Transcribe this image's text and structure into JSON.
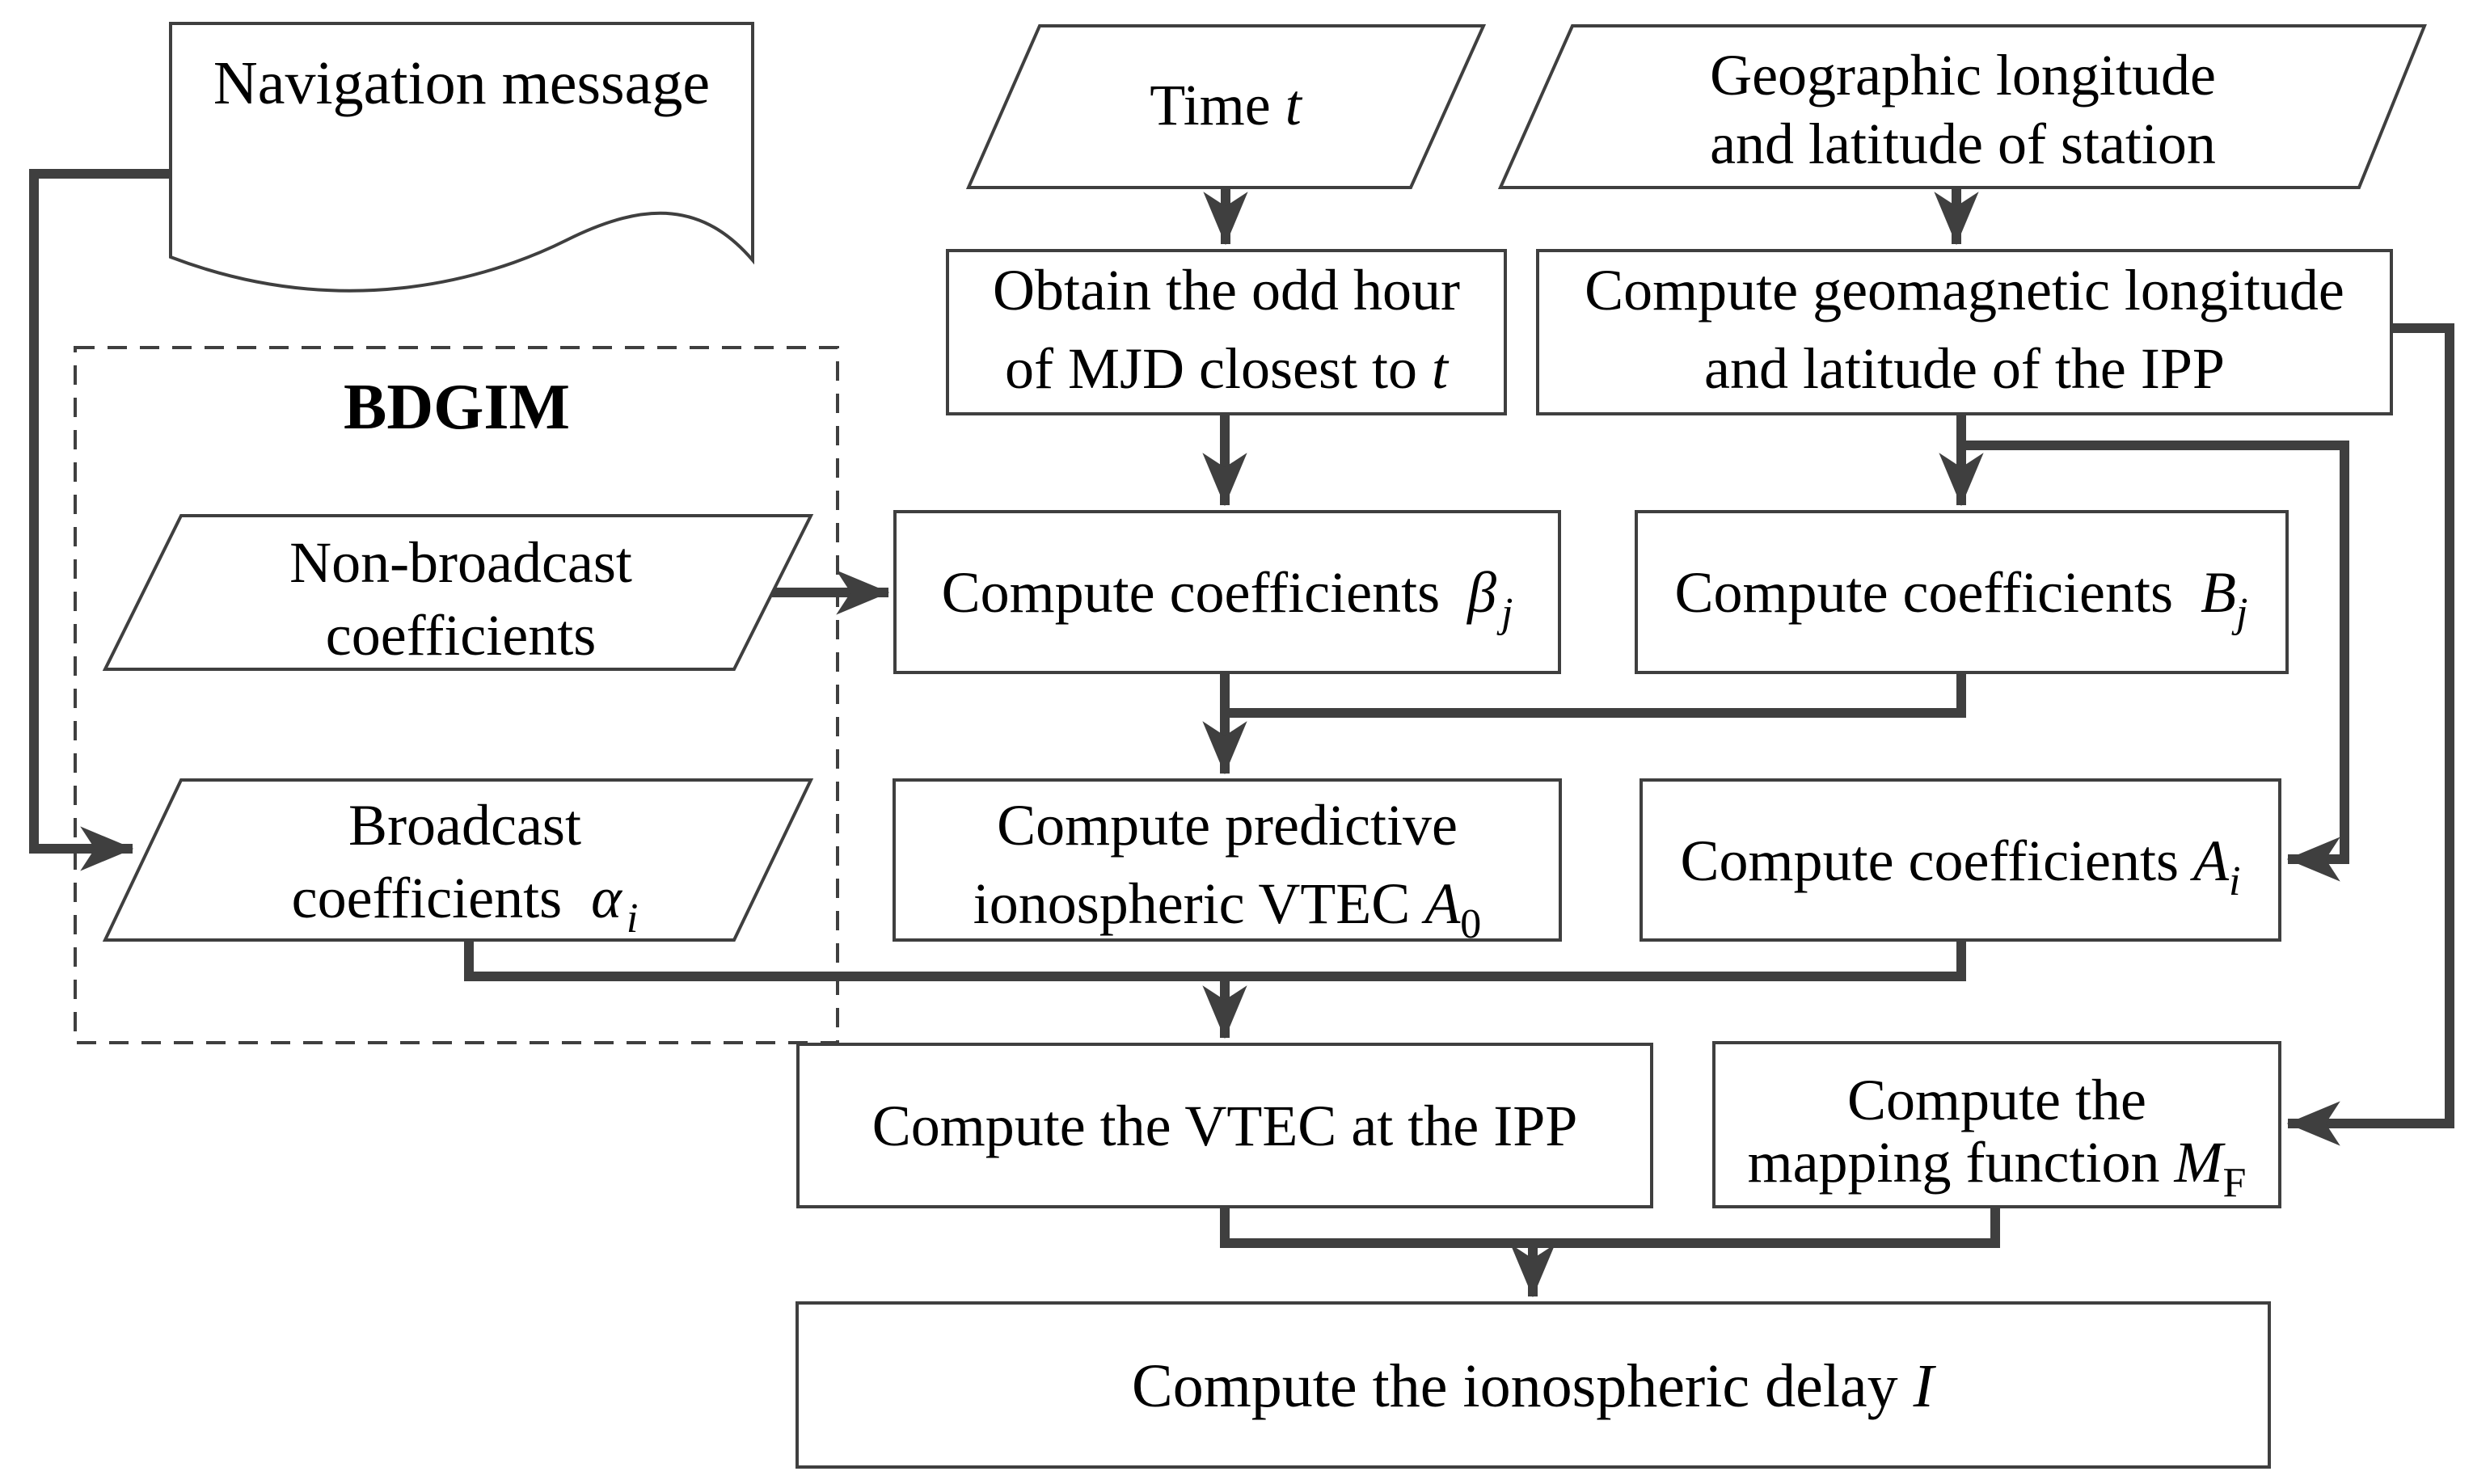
{
  "colors": {
    "line": "#3f3f3f",
    "text": "#000000",
    "background": "#ffffff"
  },
  "nav": {
    "label": "Navigation message"
  },
  "time": {
    "main": "Time ",
    "var": "t"
  },
  "geo": {
    "line1": "Geographic longitude",
    "line2": "and latitude of station"
  },
  "obtain": {
    "line1": "Obtain the odd hour",
    "line2_main": "of MJD closest to ",
    "line2_var": "t"
  },
  "geomag": {
    "line1": "Compute geomagnetic longitude",
    "line2": "and latitude of the IPP"
  },
  "bdgim": {
    "label": "BDGIM"
  },
  "nonbroadcast": {
    "line1": "Non-broadcast",
    "line2": "coefficients"
  },
  "broadcast": {
    "line1": "Broadcast",
    "line2_main": "coefficients ",
    "line2_var": "α",
    "line2_sub": "i"
  },
  "beta": {
    "main": "Compute coefficients ",
    "var": "β",
    "sub": "j"
  },
  "bj": {
    "main": "Compute coefficients ",
    "var": "B",
    "sub": "j"
  },
  "a0": {
    "line1": "Compute predictive",
    "line2_main": "ionospheric VTEC ",
    "line2_var": "A",
    "line2_sub": "0"
  },
  "ai": {
    "main": "Compute coefficients ",
    "var": "A",
    "sub": "i"
  },
  "vtec": {
    "label": "Compute the VTEC at the IPP"
  },
  "mf": {
    "line1": "Compute the",
    "line2_main": "mapping function ",
    "line2_var": "M",
    "line2_sub": "F"
  },
  "delay": {
    "main": "Compute the ionospheric delay ",
    "var": "I"
  }
}
